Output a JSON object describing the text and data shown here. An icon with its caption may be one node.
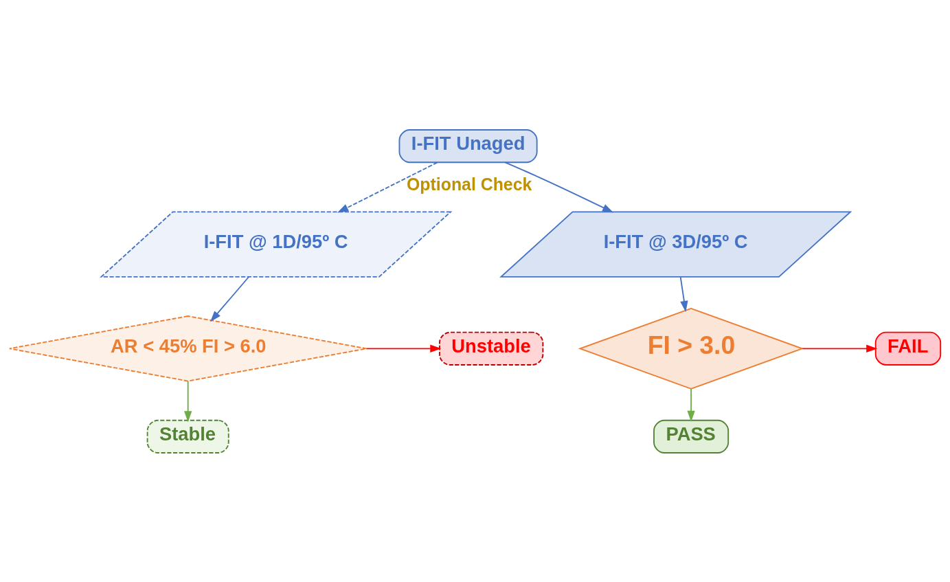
{
  "diagram": {
    "nodes": [
      {
        "text": [
          "I-FIT Unaged"
        ]
      },
      {
        "text": [
          "I-FIT @ 1D/95º C"
        ]
      },
      {
        "text": [
          "I-FIT @ 3D/95º C"
        ]
      },
      {
        "text": [
          "AR < 45% FI > 6.0"
        ]
      },
      {
        "text": [
          "FI > 3.0"
        ]
      },
      {
        "text": [
          "Unstable"
        ]
      },
      {
        "text": [
          "Stable"
        ]
      },
      {
        "text": [
          "FAIL"
        ]
      },
      {
        "text": [
          "PASS"
        ]
      }
    ],
    "edges": [
      {
        "from": 0,
        "to": 1,
        "arrow": "to",
        "style": "dashed",
        "label": "Optional Check"
      },
      {
        "from": 0,
        "to": 2,
        "arrow": "to"
      },
      {
        "from": 1,
        "to": 3,
        "arrow": "to"
      },
      {
        "from": 2,
        "to": 4,
        "arrow": "to"
      },
      {
        "from": 3,
        "to": 5,
        "arrow": "to",
        "color": "#ff0000"
      },
      {
        "from": 3,
        "to": 6,
        "arrow": "to",
        "color": "#70ad47"
      },
      {
        "from": 4,
        "to": 7,
        "arrow": "to",
        "color": "#ff0000"
      },
      {
        "from": 4,
        "to": 8,
        "arrow": "to",
        "color": "#70ad47"
      }
    ]
  }
}
